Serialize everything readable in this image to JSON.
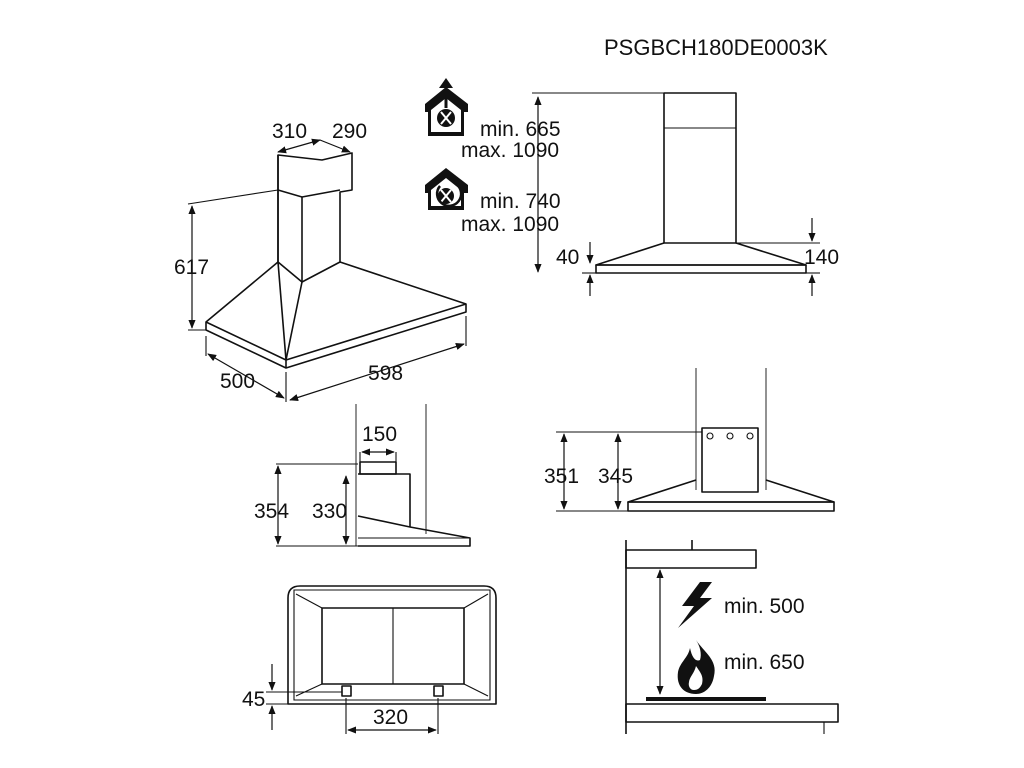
{
  "document": {
    "product_code": "PSGBCH180DE0003K"
  },
  "hood_3d_view": {
    "chimney_width": "310",
    "chimney_depth": "290",
    "hood_height": "617",
    "hood_depth": "500",
    "hood_width": "598"
  },
  "chimney_heights": {
    "extraction_min": "min. 665",
    "extraction_max": "max. 1090",
    "recirculation_min": "min. 740",
    "recirculation_max": "max. 1090",
    "front_edge_height": "40",
    "side_edge_height": "140"
  },
  "side_view": {
    "outlet_width": "150",
    "total_height": "354",
    "body_height": "330"
  },
  "rear_view": {
    "bracket_height_total": "351",
    "bracket_height_body": "345"
  },
  "bottom_view": {
    "bracket_offset": "45",
    "bracket_spacing": "320"
  },
  "installation_distances": {
    "electric_min": "min. 500",
    "gas_min": "min. 650"
  },
  "icons": [
    "extraction-mode-icon",
    "recirculation-mode-icon",
    "electric-hob-icon",
    "gas-hob-icon",
    "arrow-icon"
  ]
}
